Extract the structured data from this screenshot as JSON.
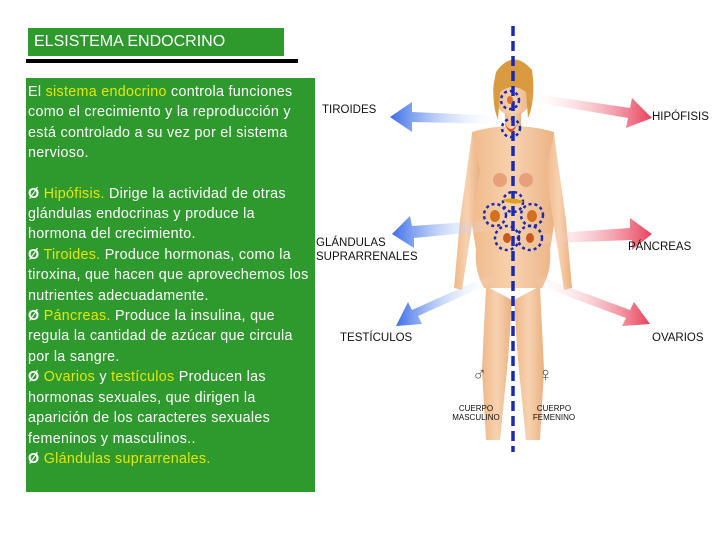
{
  "title": "ELSISTEMA ENDOCRINO",
  "intro": {
    "part1": "El ",
    "highlight": "sistema endocrino",
    "part2": " controla funciones como el crecimiento y la reproducción y está controlado a su vez por el sistema nervioso."
  },
  "bullets": [
    {
      "marker": "Ø",
      "name": "Hipófisis.",
      "text": " Dirige la actividad de otras glándulas endocrinas y produce la hormona del crecimiento."
    },
    {
      "marker": "Ø",
      "name": "Tiroides.",
      "text": " Produce hormonas, como la tiroxina, que hacen que aprovechemos los nutrientes adecuadamente."
    },
    {
      "marker": "Ø",
      "name": "Páncreas.",
      "text": " Produce la insulina, que regula la cantidad de azúcar que circula por la sangre."
    },
    {
      "marker": "Ø",
      "name_a": "Ovarios",
      "join": " y ",
      "name_b": "testículos",
      "text": " Producen las hormonas sexuales, que dirigen la aparición de los caracteres sexuales femeninos y masculinos.."
    },
    {
      "marker": "Ø",
      "name": "Glándulas suprarrenales."
    }
  ],
  "labels": {
    "tiroides": "TIROIDES",
    "hipofisis": "HIPÓFISIS",
    "glandulas_1": "GLÁNDULAS",
    "glandulas_2": "SUPRARRENALES",
    "pancreas": "PÁNCREAS",
    "testiculos": "TESTÍCULOS",
    "ovarios": "OVARIOS",
    "male_symbol": "♂",
    "female_symbol": "♀",
    "cuerpo_masc_1": "CUERPO",
    "cuerpo_masc_2": "MASCULINO",
    "cuerpo_fem_1": "CUERPO",
    "cuerpo_fem_2": "FEMENINO"
  },
  "colors": {
    "panel_green": "#2e9a2e",
    "highlight_yellow": "#e6e600",
    "guide_line_blue": "#1a2bb0",
    "arrow_blue": "#3a6ee8",
    "arrow_red": "#e8405a"
  }
}
